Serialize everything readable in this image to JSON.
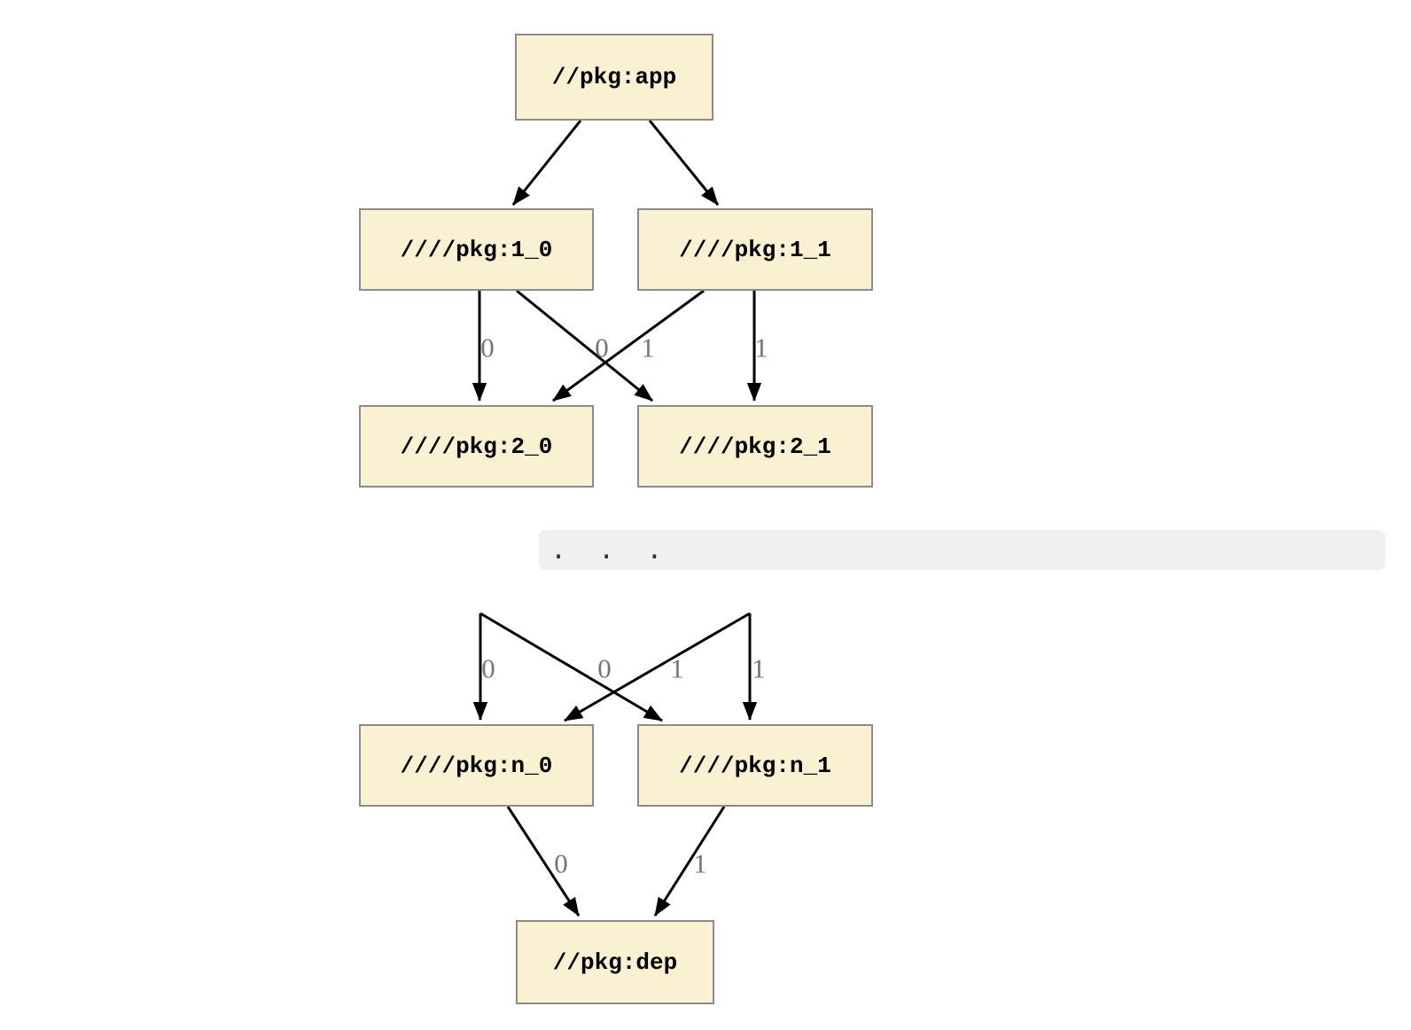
{
  "colors": {
    "node_fill": "#faf0d2",
    "node_border": "#8b8b8b",
    "node_text": "#000000",
    "edge": "#000000",
    "edge_label": "#757575",
    "code_block_bg": "#f0f0f0",
    "code_block_text": "#333333",
    "page_bg": "#ffffff"
  },
  "graph_top": {
    "nodes": {
      "app": "//pkg:app",
      "l1_0": "////pkg:1_0",
      "l1_1": "////pkg:1_1",
      "l2_0": "////pkg:2_0",
      "l2_1": "////pkg:2_1"
    },
    "edge_labels": {
      "from_1_0_to_2_0": "0",
      "from_1_1_to_2_0": "0",
      "from_1_0_to_2_1": "1",
      "from_1_1_to_2_1": "1"
    }
  },
  "ellipsis_block": {
    "text": ".  .  ."
  },
  "graph_bottom": {
    "nodes": {
      "ln_0": "////pkg:n_0",
      "ln_1": "////pkg:n_1",
      "dep": "//pkg:dep"
    },
    "upper_edge_labels": {
      "into_n_0_left": "0",
      "into_n_0_cross": "0",
      "into_n_1_cross": "1",
      "into_n_1_right": "1"
    },
    "lower_edge_labels": {
      "from_n_0_to_dep": "0",
      "from_n_1_to_dep": "1"
    }
  }
}
